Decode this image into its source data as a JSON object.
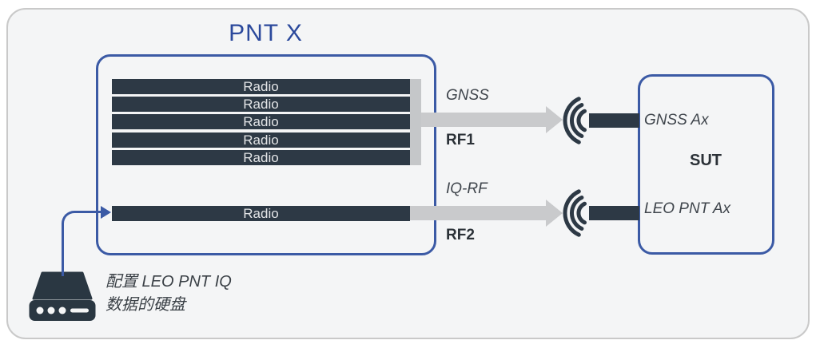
{
  "pnt": {
    "title": "PNT X",
    "radios": [
      "Radio",
      "Radio",
      "Radio",
      "Radio",
      "Radio"
    ],
    "single_radio": "Radio"
  },
  "links": {
    "rf1": {
      "signal": "GNSS",
      "port": "RF1"
    },
    "rf2": {
      "signal": "IQ-RF",
      "port": "RF2"
    }
  },
  "sut": {
    "title": "SUT",
    "gnss_antenna": "GNSS Ax",
    "leo_antenna": "LEO PNT Ax"
  },
  "disk": {
    "caption_line1": "配置 LEO PNT IQ",
    "caption_line2": "数据的硬盘"
  },
  "icons": {
    "wireless_rf1": "wireless-signal-icon",
    "wireless_rf2": "wireless-signal-icon",
    "disk": "hard-disk-icon"
  },
  "colors": {
    "background": "#f4f5f6",
    "frame_border": "#c9c9c9",
    "box_border_blue": "#3b5aa5",
    "title_blue": "#2b499c",
    "dark_slate": "#2d3945",
    "arrow_gray": "#c9cacc",
    "radio_text": "#e3e5e7",
    "label_dark": "#3f454c"
  }
}
